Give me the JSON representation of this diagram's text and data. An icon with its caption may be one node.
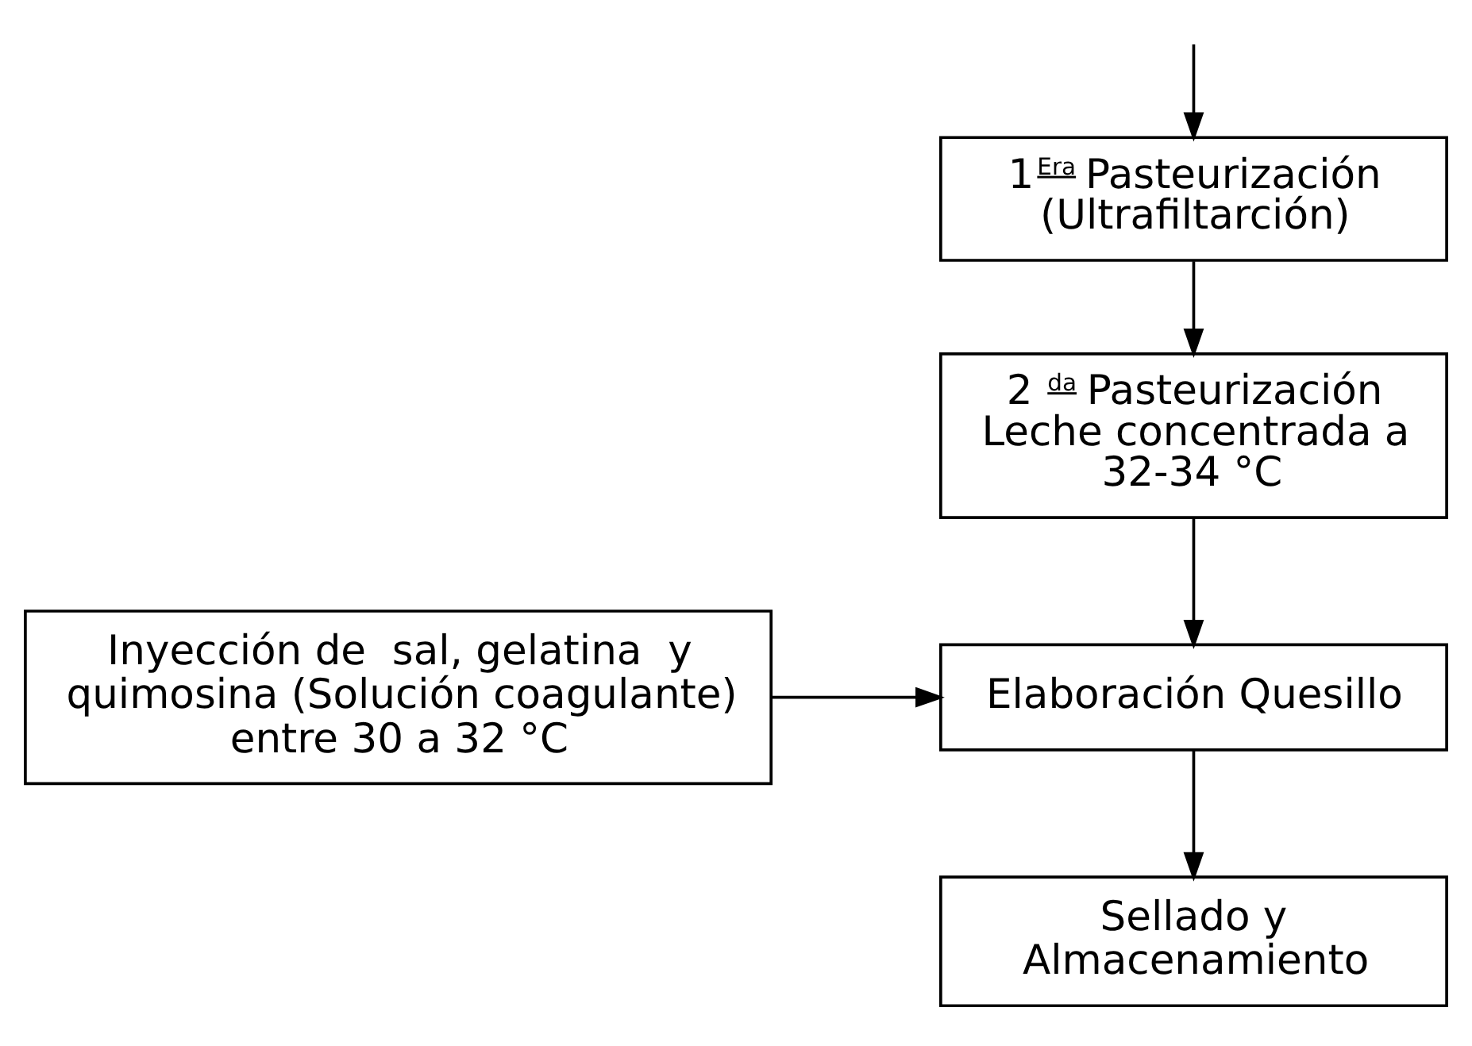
{
  "diagram": {
    "nodes": [
      {
        "text": [
          "1$^{Era}$ Pasteurización (Ultrafiltarción)"
        ]
      },
      {
        "text": [
          "2 $^{da}$ Pasteurización Leche concentrada a 32-34 °C"
        ]
      },
      {
        "text": [
          "Elaboración Quesillo"
        ]
      },
      {
        "text": [
          "Sellado y Almacenamiento"
        ]
      },
      {
        "text": [
          "Inyección de  sal, gelatina  y quimosina (Solución coagulante) entre 30 a 32 °C"
        ]
      }
    ],
    "edges": [
      {
        "from": null,
        "to": 0,
        "arrow": "to"
      },
      {
        "from": 0,
        "to": 1,
        "arrow": "to"
      },
      {
        "from": 1,
        "to": 2,
        "arrow": "to"
      },
      {
        "from": 4,
        "to": 2,
        "arrow": "to"
      },
      {
        "from": 2,
        "to": 3,
        "arrow": "to"
      }
    ]
  }
}
